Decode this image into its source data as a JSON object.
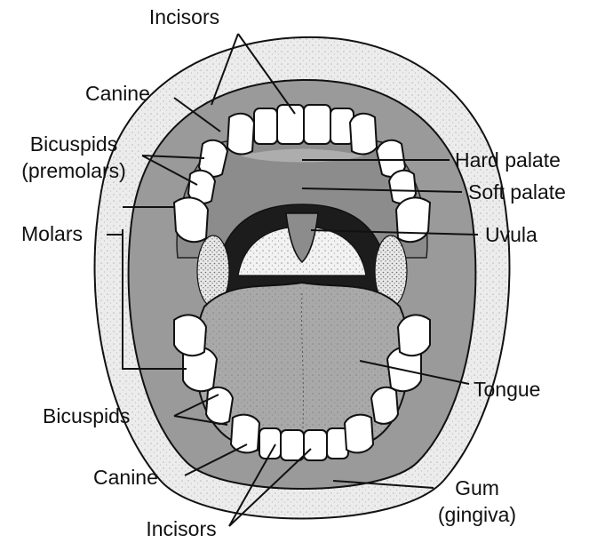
{
  "labels": {
    "incisors_top": "Incisors",
    "canine_top": "Canine",
    "bicuspids_top": "Bicuspids",
    "premolars": "(premolars)",
    "molars": "Molars",
    "hard_palate": "Hard palate",
    "soft_palate": "Soft palate",
    "uvula": "Uvula",
    "tongue": "Tongue",
    "bicuspids_bottom": "Bicuspids",
    "canine_bottom": "Canine",
    "gum": "Gum",
    "gingiva": "(gingiva)",
    "incisors_bottom": "Incisors"
  },
  "colors": {
    "line": "#111111",
    "lip": "#ececec",
    "gum": "#9a9a9a",
    "palate": "#8c8c8c",
    "throat": "#1c1c1c",
    "tongue": "#a9a9a9",
    "tooth": "#ffffff"
  }
}
